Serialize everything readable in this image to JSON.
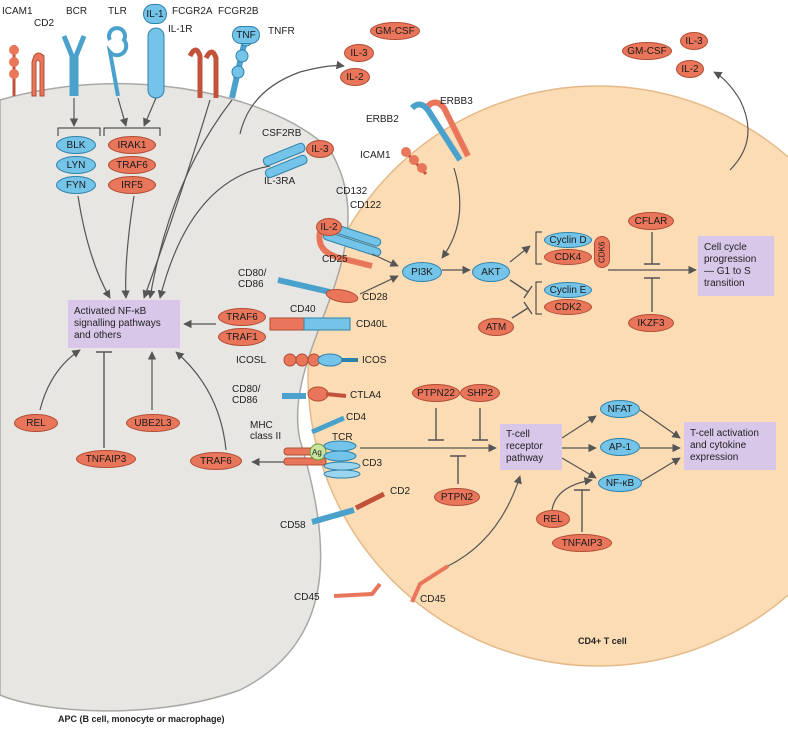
{
  "receptor_labels": {
    "icam1": "ICAM1",
    "cd2": "CD2",
    "bcr": "BCR",
    "tlr": "TLR",
    "il1": "IL-1",
    "il1r": "IL-1R",
    "fcgr2a": "FCGR2A",
    "fcgr2b": "FCGR2B",
    "tnf": "TNF",
    "tnfr": "TNFR"
  },
  "apc_nodes": {
    "blk": "BLK",
    "lyn": "LYN",
    "fyn": "FYN",
    "irak1": "IRAK1",
    "traf6": "TRAF6",
    "irf5": "IRF5",
    "traf6_cd40": "TRAF6",
    "traf1": "TRAF1",
    "rel": "REL",
    "tnfaip3": "TNFAIP3",
    "ube2l3": "UBE2L3",
    "traf6_tcr": "TRAF6"
  },
  "apc_labels": {
    "csf2rb": "CSF2RB",
    "il3ra": "IL-3RA",
    "cd80_cd86_a": "CD80/\nCD86",
    "cd40": "CD40",
    "icosl": "ICOSL",
    "cd80_cd86_b": "CD80/\nCD86",
    "mhc_class_ii": "MHC\nclass II",
    "cd58": "CD58",
    "cd45": "CD45",
    "ag": "Ag"
  },
  "cytokines": {
    "apc_gmcsf": "GM-CSF",
    "apc_il3": "IL-3",
    "apc_il2": "IL-2",
    "csf2rb_il3": "IL-3",
    "tcell_gmcsf": "GM-CSF",
    "tcell_il3": "IL-3",
    "tcell_il2": "IL-2",
    "il2_bound": "IL-2"
  },
  "tcell_labels": {
    "erbb2": "ERBB2",
    "erbb3": "ERBB3",
    "icam1": "ICAM1",
    "cd132": "CD132",
    "cd122": "CD122",
    "cd25": "CD25",
    "cd28": "CD28",
    "cd40l": "CD40L",
    "icos": "ICOS",
    "ctla4": "CTLA4",
    "cd4": "CD4",
    "tcr": "TCR",
    "cd3": "CD3",
    "cd2": "CD2",
    "cd45": "CD45"
  },
  "tcell_nodes": {
    "pi3k": "PI3K",
    "akt": "AKT",
    "cyclin_d": "Cyclin D",
    "cdk4": "CDK4",
    "cdk6": "CDK6",
    "cyclin_e": "Cyclin E",
    "cdk2": "CDK2",
    "atm": "ATM",
    "cflar": "CFLAR",
    "ikzf3": "IKZF3",
    "ptpn22": "PTPN22",
    "shp2": "SHP2",
    "ptpn2": "PTPN2",
    "nfat": "NFAT",
    "ap1": "AP-1",
    "nfkb": "NF-κB",
    "rel": "REL",
    "tnfaip3": "TNFAIP3"
  },
  "boxes": {
    "apc_nfkb": "Activated NF-κB signalling pathways and others",
    "cell_cycle": "Cell cycle progression — G1 to S transition",
    "tcr_pathway": "T-cell receptor pathway",
    "tcell_activation": "T-cell activation and cytokine expression"
  },
  "captions": {
    "apc": "APC (B cell, monocyte or macrophage)",
    "tcell": "CD4+ T cell"
  },
  "colors": {
    "apc_fill": "#e7e6e3",
    "tcell_fill": "#fbdcb4",
    "orange_protein": "#e9765a",
    "blue_protein": "#74c3e8",
    "pathway_box": "#d9c7ea"
  }
}
